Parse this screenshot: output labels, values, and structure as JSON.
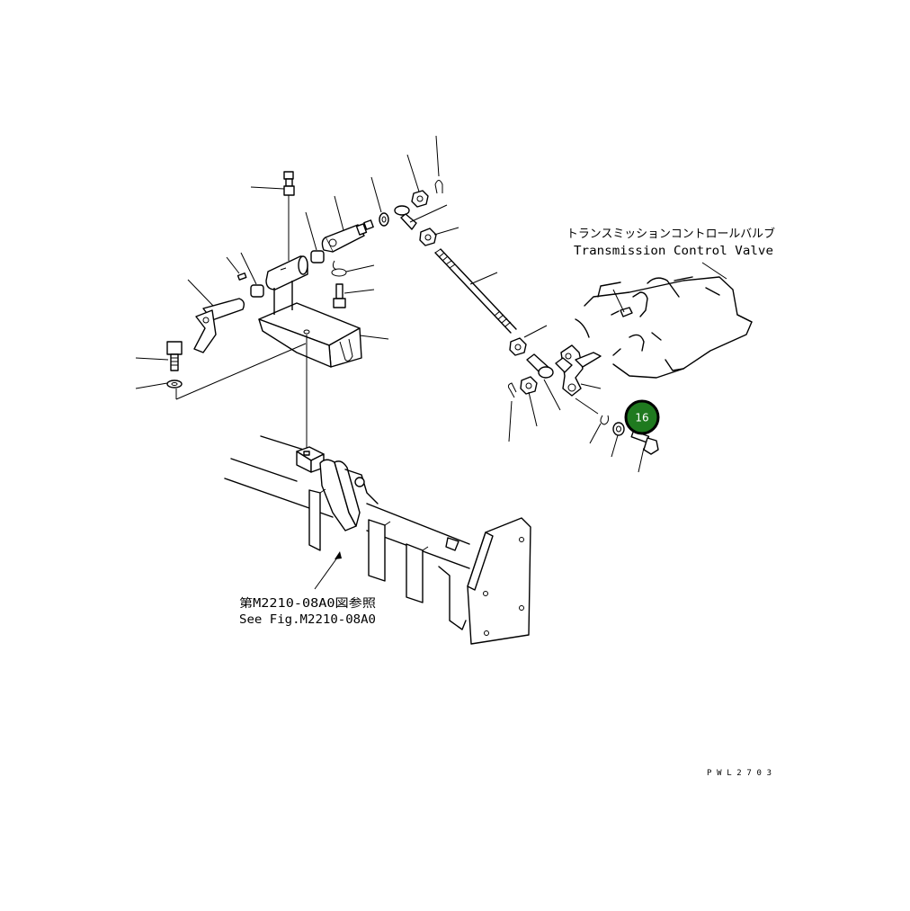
{
  "labels": {
    "tcv_jp": "トランスミッションコントロールバルブ",
    "tcv_en": "Transmission Control Valve",
    "ref_jp": "第M2210-08A0図参照",
    "ref_en": "See Fig.M2210-08A0",
    "drawing_code": "PWL2703"
  },
  "callout": {
    "number": "16",
    "fill_color": "#1f7a1f",
    "ring_color": "#000000"
  }
}
